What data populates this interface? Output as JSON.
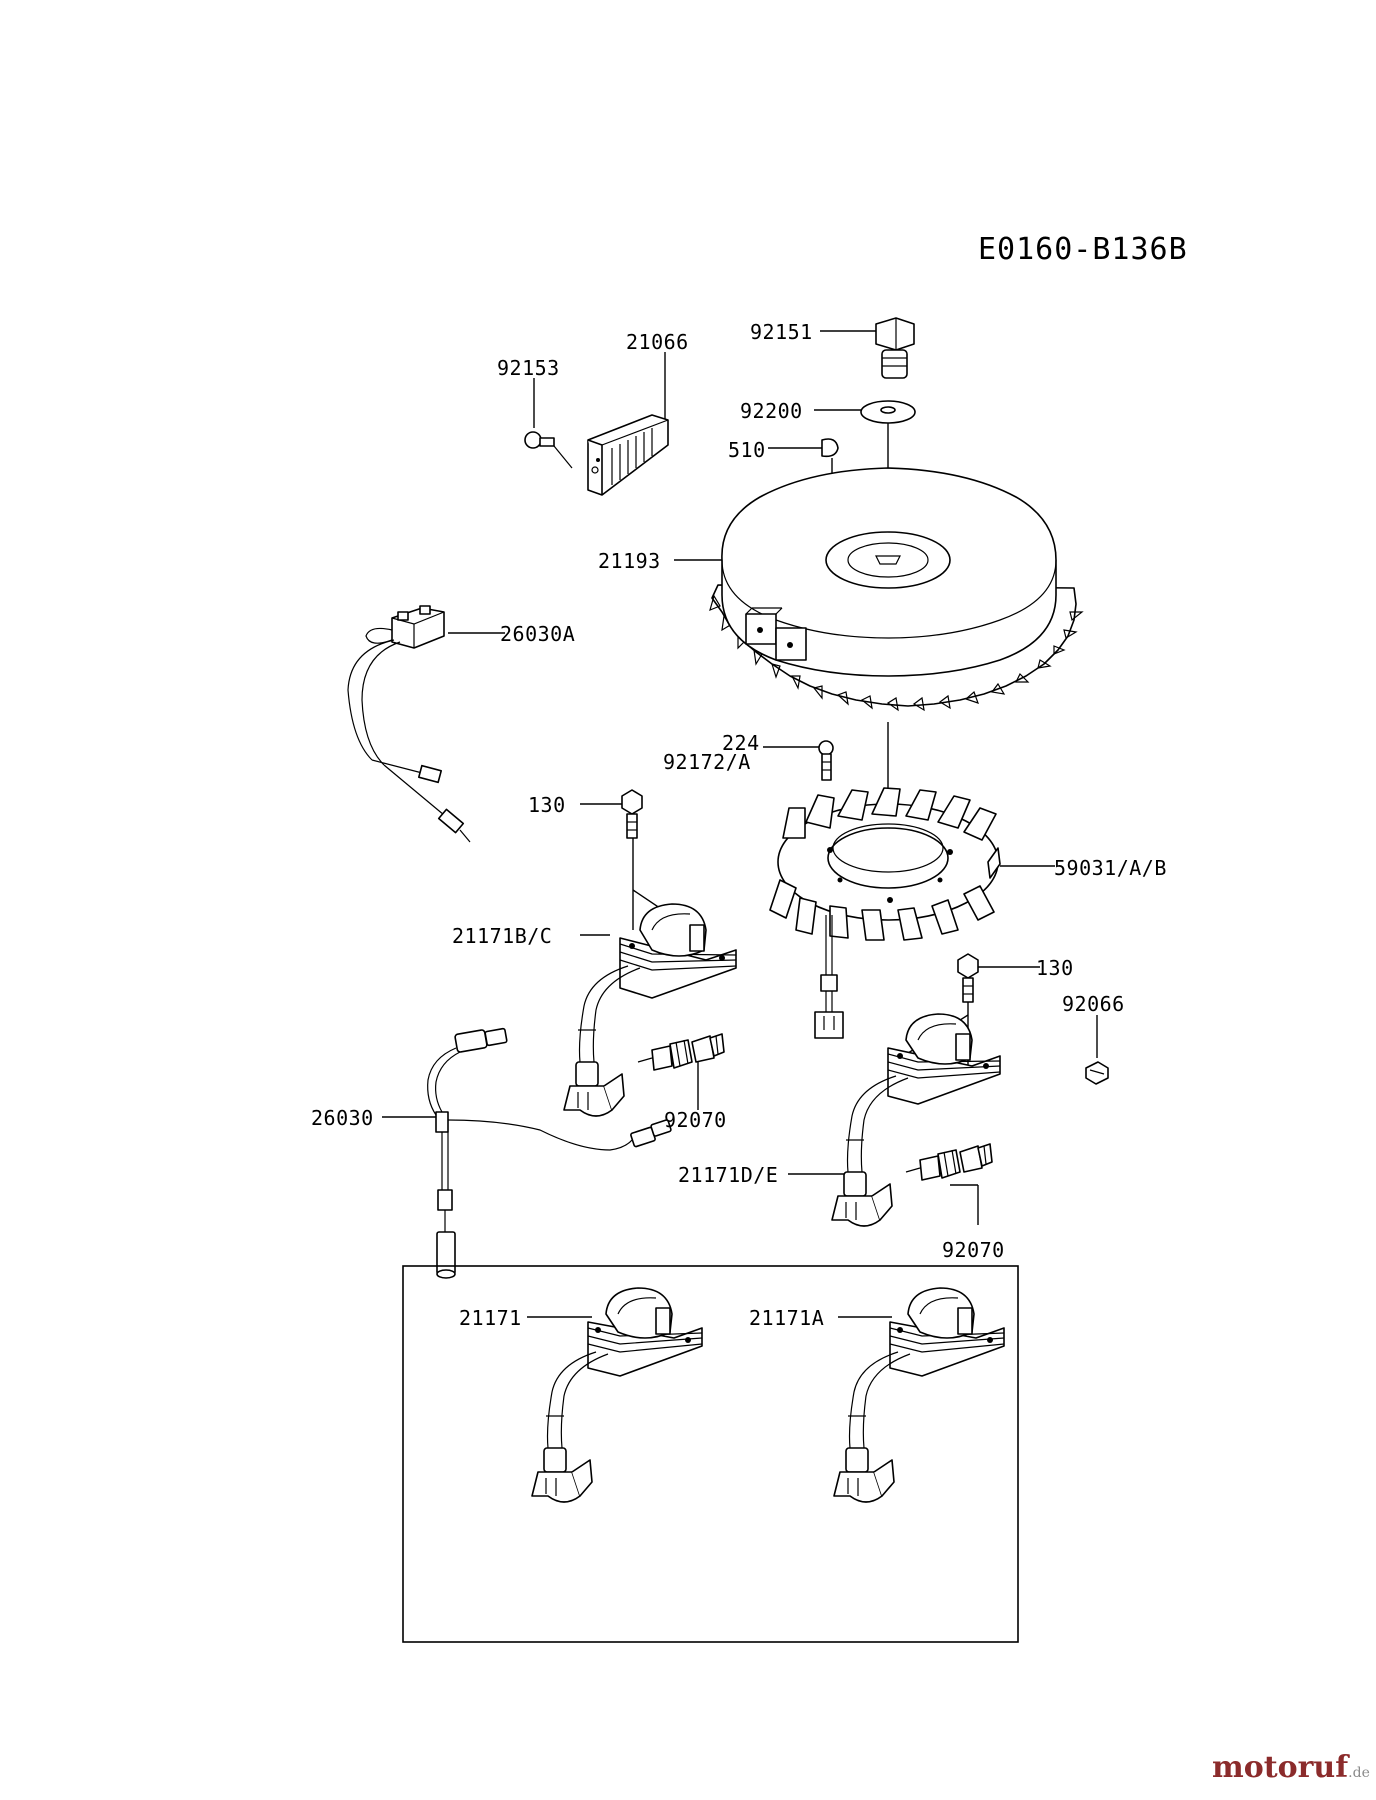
{
  "drawing_code": "E0160-B136B",
  "watermark": {
    "brand": "motoruf",
    "tld": ".de",
    "brand_color": "#8b2b2b",
    "tld_color": "#8a8a8a"
  },
  "part_labels": {
    "p92151": "92151",
    "p21066": "21066",
    "p92153": "92153",
    "p92200": "92200",
    "p510": "510",
    "p21193": "21193",
    "p26030A": "26030A",
    "p224": "224",
    "p92172A": "92172/A",
    "p130a": "130",
    "p59031": "59031/A/B",
    "p21171BC": "21171B/C",
    "p130b": "130",
    "p92066": "92066",
    "p26030": "26030",
    "p92070a": "92070",
    "p21171DE": "21171D/E",
    "p92070b": "92070",
    "p21171": "21171",
    "p21171A": "21171A"
  },
  "colors": {
    "ink": "#000000",
    "background": "#ffffff"
  }
}
